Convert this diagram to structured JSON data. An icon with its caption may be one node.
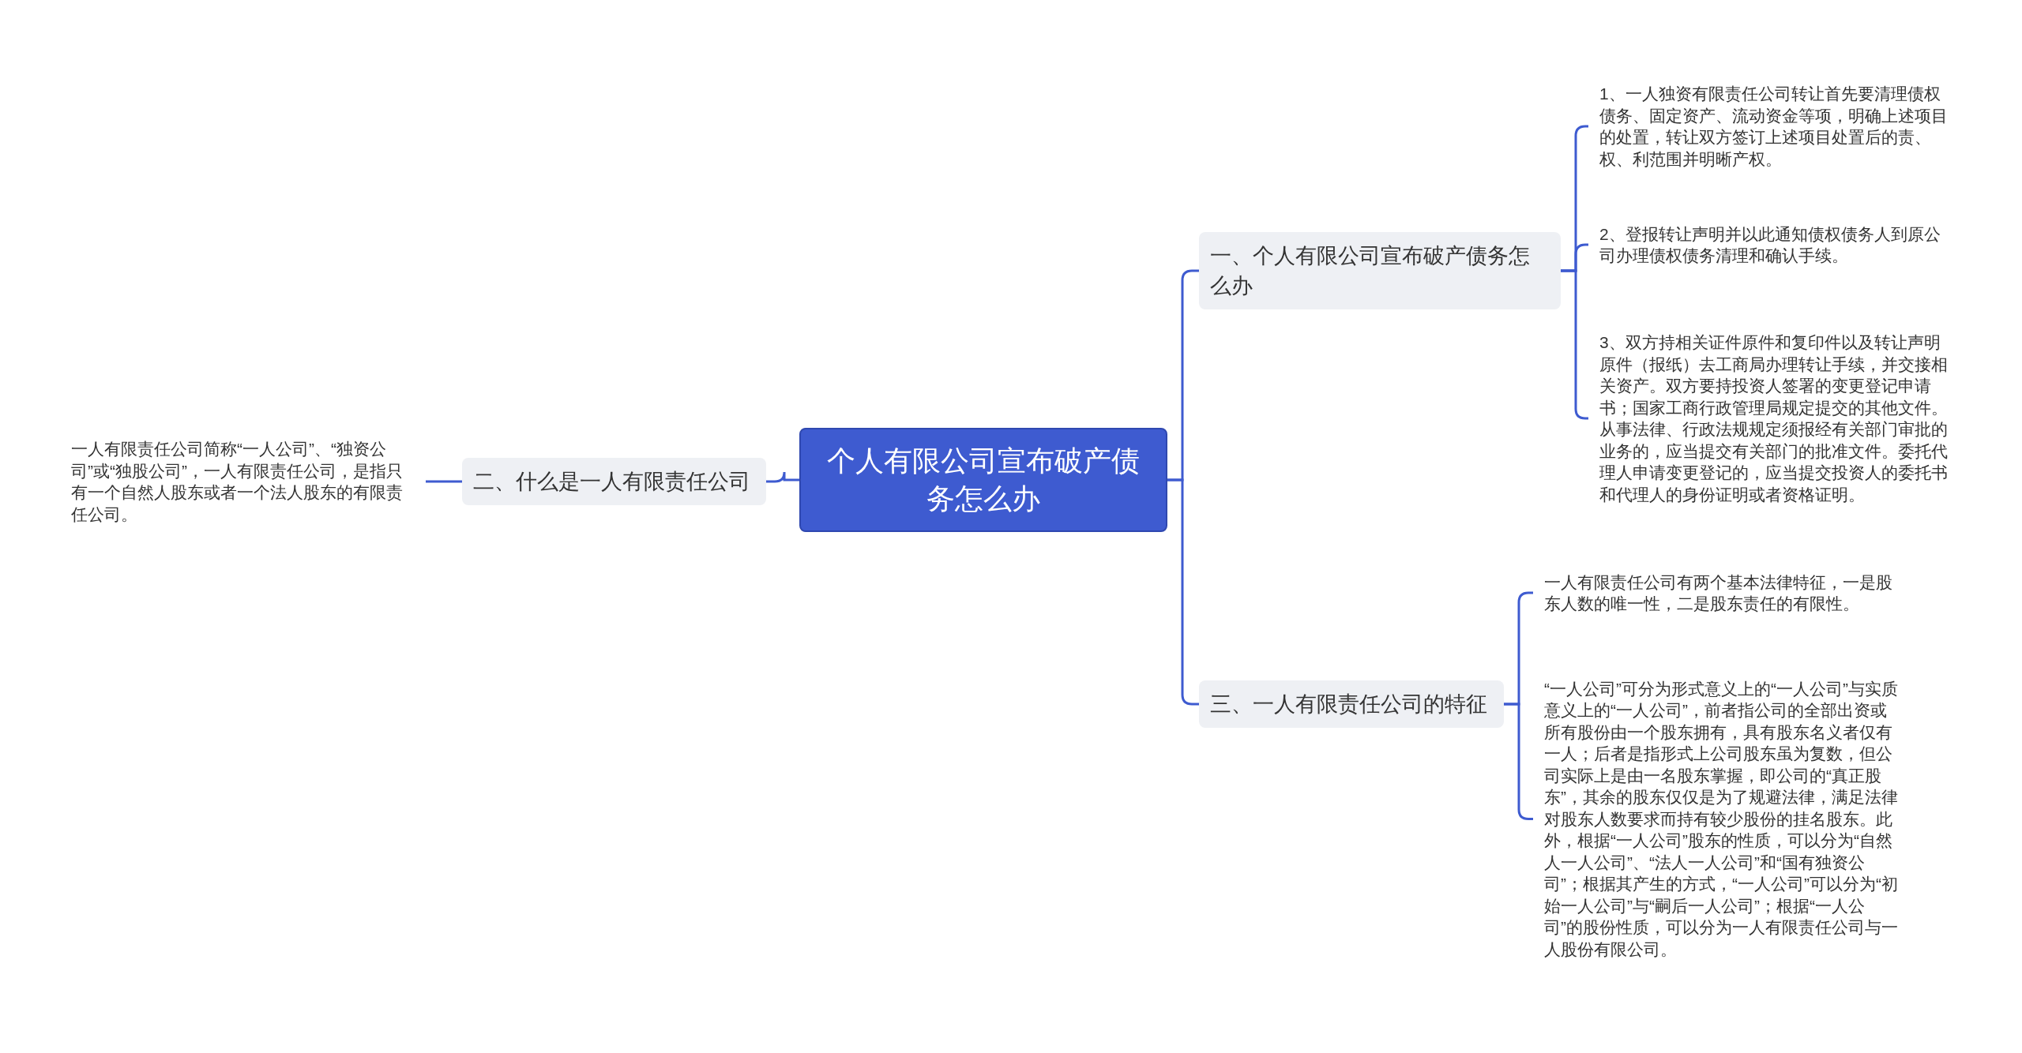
{
  "diagram": {
    "nodes": [
      {
        "text": [
          "个人有限公司宣布破产债务怎么办"
        ]
      },
      {
        "text": [
          "一、个人有限公司宣布破产债务怎么办"
        ]
      },
      {
        "text": [
          "1、一人独资有限责任公司转让首先要清理债权债务、固定资产、流动资金等项，明确上述项目的处置，转让双方签订上述项目处置后的责、权、利范围并明晰产权。"
        ]
      },
      {
        "text": [
          "2、登报转让声明并以此通知债权债务人到原公司办理债权债务清理和确认手续。"
        ]
      },
      {
        "text": [
          "3、双方持相关证件原件和复印件以及转让声明原件（报纸）去工商局办理转让手续，并交接相关资产。双方要持投资人签署的变更登记申请书；国家工商行政管理局规定提交的其他文件。从事法律、行政法规规定须报经有关部门审批的业务的，应当提交有关部门的批准文件。委托代理人申请变更登记的，应当提交投资人的委托书和代理人的身份证明或者资格证明。"
        ]
      },
      {
        "text": [
          "二、什么是一人有限责任公司"
        ]
      },
      {
        "text": [
          "一人有限责任公司简称“一人公司”、“独资公司”或“独股公司”，一人有限责任公司，是指只有一个自然人股东或者一个法人股东的有限责任公司。"
        ]
      },
      {
        "text": [
          "三、一人有限责任公司的特征"
        ]
      },
      {
        "text": [
          "一人有限责任公司有两个基本法律特征，一是股东人数的唯一性，二是股东责任的有限性。"
        ]
      },
      {
        "text": [
          "“一人公司”可分为形式意义上的“一人公司”与实质意义上的“一人公司”，前者指公司的全部出资或所有股份由一个股东拥有，具有股东名义者仅有一人；后者是指形式上公司股东虽为复数，但公司实际上是由一名股东掌握，即公司的“真正股东”，其余的股东仅仅是为了规避法律，满足法律对股东人数要求而持有较少股份的挂名股东。此外，根据“一人公司”股东的性质，可以分为“自然人一人公司”、“法人一人公司”和“国有独资公司”；根据其产生的方式，“一人公司”可以分为“初始一人公司”与“嗣后一人公司”；根据“一人公司”的股份性质，可以分为一人有限责任公司与一人股份有限公司。"
        ]
      }
    ],
    "edges": [
      {
        "from": 0,
        "to": 1,
        "arrow": "none"
      },
      {
        "from": 1,
        "to": 2,
        "arrow": "none"
      },
      {
        "from": 1,
        "to": 3,
        "arrow": "none"
      },
      {
        "from": 1,
        "to": 4,
        "arrow": "none"
      },
      {
        "from": 0,
        "to": 5,
        "arrow": "none"
      },
      {
        "from": 5,
        "to": 6,
        "arrow": "none"
      },
      {
        "from": 0,
        "to": 7,
        "arrow": "none"
      },
      {
        "from": 7,
        "to": 8,
        "arrow": "none"
      },
      {
        "from": 7,
        "to": 9,
        "arrow": "none"
      }
    ]
  }
}
